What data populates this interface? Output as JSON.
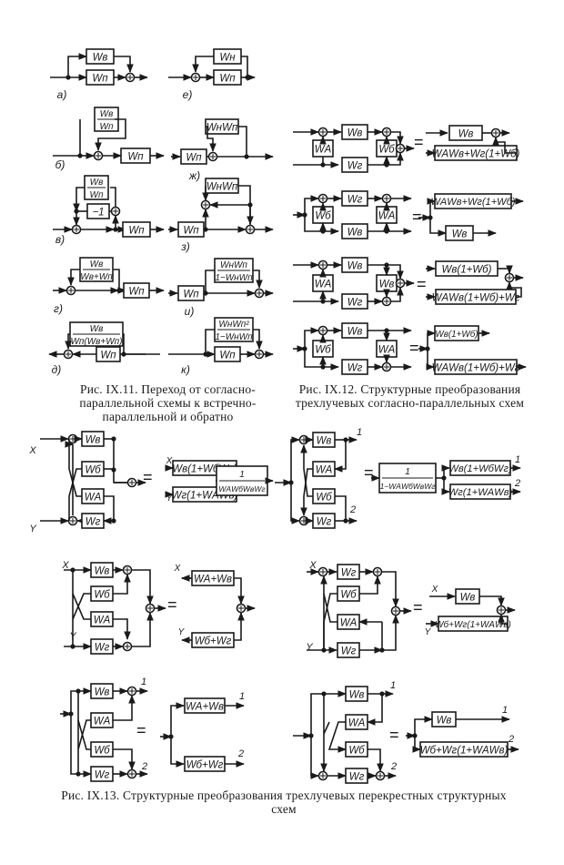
{
  "figure_11": {
    "caption": "Рис. IX.11. Переход от согласно-параллельной схемы к встречно-параллельной и обратно",
    "panels": [
      {
        "label": "а)",
        "blocks": [
          "Wв",
          "Wп"
        ]
      },
      {
        "label": "е)",
        "blocks": [
          "Wн",
          "Wп"
        ]
      },
      {
        "label": "б)",
        "blocks": [
          "Wв/Wп",
          "Wп"
        ]
      },
      {
        "label": "ж)",
        "blocks": [
          "Wп",
          "WнWп"
        ]
      },
      {
        "label": "в)",
        "blocks": [
          "Wв/Wп",
          "−1",
          "Wп"
        ]
      },
      {
        "label": "з)",
        "blocks": [
          "WнWп",
          "Wп"
        ]
      },
      {
        "label": "г)",
        "blocks": [
          "Wв/(Wв+Wп)",
          "Wп"
        ]
      },
      {
        "label": "и)",
        "blocks": [
          "WнWп/(1−WнWп)",
          "Wп"
        ]
      },
      {
        "label": "д)",
        "blocks": [
          "Wв/(Wп(Wв+Wп))",
          "Wп"
        ]
      },
      {
        "label": "к)",
        "blocks": [
          "WнWп²/(1−WнWп)",
          "Wп"
        ]
      }
    ]
  },
  "figure_12": {
    "caption": "Рис. IX.12. Структурные преобразования трехлучевых согласно-параллельных схем",
    "rows": [
      {
        "left": [
          "WА",
          "Wв",
          "Wб",
          "Wг"
        ],
        "right": [
          "Wв",
          "WАWв+Wг(1+Wб)"
        ]
      },
      {
        "left": [
          "Wб",
          "Wг",
          "WА",
          "Wв"
        ],
        "right": [
          "WАWв+Wг(1+Wб)",
          "Wв"
        ]
      },
      {
        "left": [
          "WА",
          "Wв",
          "Wв",
          "Wг"
        ],
        "right": [
          "Wв(1+Wб)",
          "WАWв(1+Wб)+Wг"
        ]
      },
      {
        "left": [
          "Wб",
          "Wв",
          "WА",
          "Wг"
        ],
        "right": [
          "Wв(1+Wб)",
          "WАWв(1+Wб)+Wг"
        ]
      }
    ]
  },
  "figure_13": {
    "caption": "Рис. IX.13. Структурные преобразования трехлучевых перекрестных структурных схем",
    "signals": {
      "x": "X",
      "y": "Y",
      "out1": "1",
      "out2": "2"
    },
    "diagrams": [
      {
        "left": [
          "Wв",
          "Wб",
          "WА",
          "Wг"
        ],
        "right": [
          "Wв(1+WбWг)",
          "Wг(1+WАWв)",
          "1/(WАWбWвWг)"
        ]
      },
      {
        "left": [
          "Wв",
          "WА",
          "Wб",
          "Wг"
        ],
        "right": [
          "1/(1−WАWбWвWг)",
          "Wв(1+WбWг)",
          "Wг(1+WАWв)"
        ]
      },
      {
        "left": [
          "Wв",
          "Wб",
          "WА",
          "Wг"
        ],
        "right": [
          "WА+Wв",
          "Wб+Wг"
        ]
      },
      {
        "left": [
          "Wг",
          "Wб",
          "WА",
          "Wг"
        ],
        "right": [
          "Wв",
          "Wб+Wг(1+WАWв)"
        ]
      },
      {
        "left": [
          "Wв",
          "WА",
          "Wб",
          "Wг"
        ],
        "right": [
          "WА+Wв",
          "Wб+Wг"
        ]
      },
      {
        "left": [
          "Wв",
          "WА",
          "Wб",
          "Wг"
        ],
        "right": [
          "Wв",
          "Wб+Wг(1+WАWв)"
        ]
      }
    ]
  },
  "equals_sign": "="
}
